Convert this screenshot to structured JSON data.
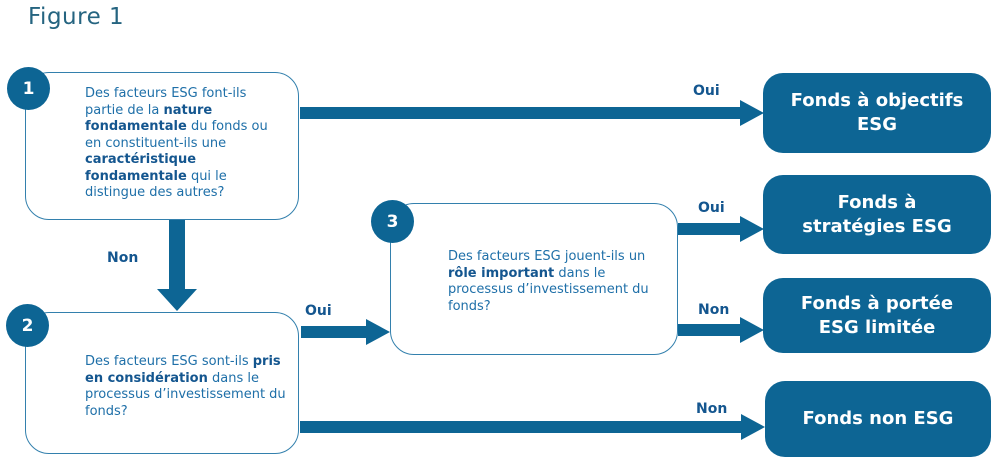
{
  "title": "Figure 1",
  "colors": {
    "primary": "#0d6594",
    "box_border": "#3380ad",
    "question_text": "#1e6fa8",
    "question_bold_text": "#14568f",
    "edge_label_text": "#14568f",
    "title_text": "#256480",
    "result_text": "#ffffff"
  },
  "questions": [
    {
      "number": "1",
      "segments": [
        {
          "t": "Des facteurs ESG font-ils partie de la "
        },
        {
          "t": "nature fondamentale",
          "bold": true
        },
        {
          "t": " du fonds ou en constituent-ils une "
        },
        {
          "t": "caractéristique fondamentale",
          "bold": true
        },
        {
          "t": " qui le distingue des autres?"
        }
      ]
    },
    {
      "number": "2",
      "segments": [
        {
          "t": "Des facteurs ESG sont-ils "
        },
        {
          "t": "pris en considération",
          "bold": true
        },
        {
          "t": " dans le processus d’investissement du fonds?"
        }
      ]
    },
    {
      "number": "3",
      "segments": [
        {
          "t": "Des facteurs ESG jouent-ils un "
        },
        {
          "t": "rôle important",
          "bold": true
        },
        {
          "t": " dans le processus d’investissement du fonds?"
        }
      ]
    }
  ],
  "results": [
    {
      "label": "Fonds à objectifs ESG"
    },
    {
      "label": "Fonds à stratégies ESG"
    },
    {
      "label": "Fonds à portée ESG limitée"
    },
    {
      "label": "Fonds non ESG"
    }
  ],
  "edge_labels": {
    "q1_yes": "Oui",
    "q1_no": "Non",
    "q2_yes": "Oui",
    "q2_no": "Non",
    "q3_yes": "Oui",
    "q3_no": "Non"
  }
}
